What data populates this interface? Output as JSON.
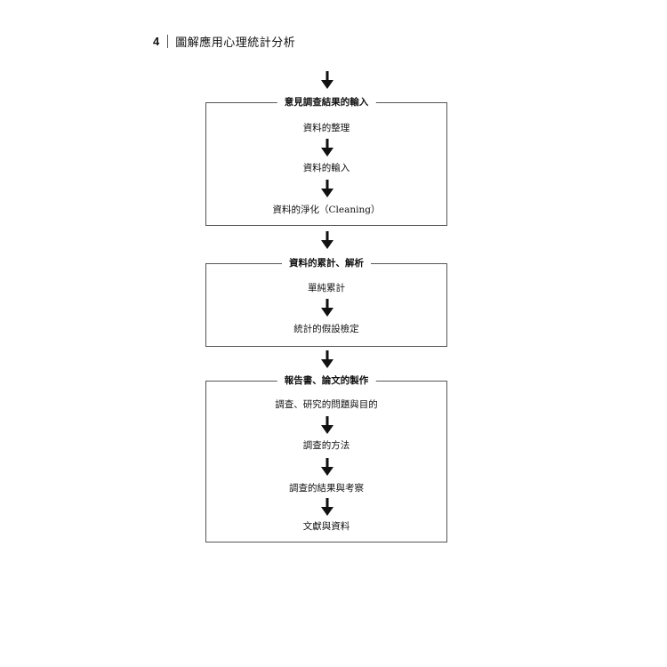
{
  "header": {
    "page_number": "4",
    "book_title": "圖解應用心理統計分析"
  },
  "flow": {
    "section1": {
      "title": "意見調查結果的輸入",
      "steps": [
        "資料的整理",
        "資料的輸入"
      ],
      "step3_cjk": "資料的淨化（",
      "step3_latin": "Cleaning",
      "step3_close": "）"
    },
    "section2": {
      "title": "資料的累計、解析",
      "steps": [
        "單純累計",
        "統計的假設檢定"
      ]
    },
    "section3": {
      "title": "報告書、論文的製作",
      "steps": [
        "調查、研究的問題與目的",
        "調查的方法",
        "調查的結果與考察",
        "文獻與資料"
      ]
    }
  }
}
